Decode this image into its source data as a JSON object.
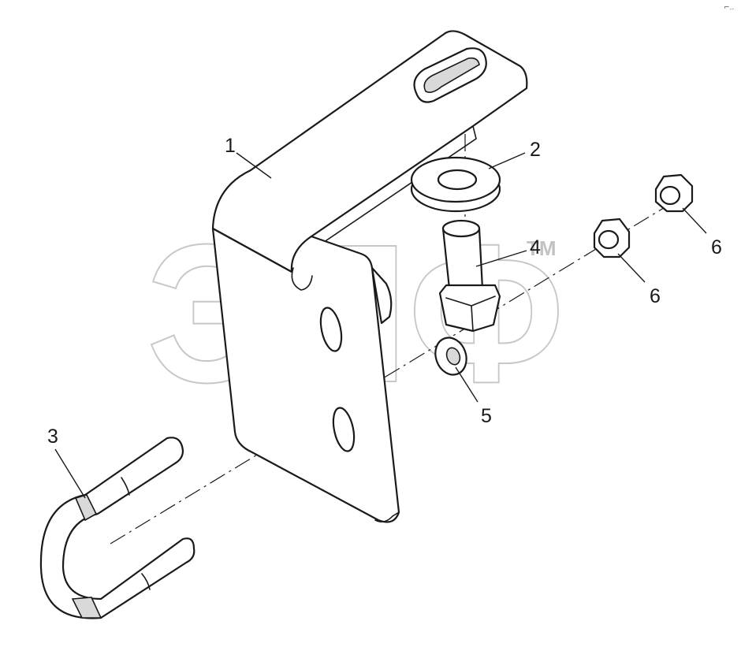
{
  "callouts": {
    "c1": "1",
    "c2": "2",
    "c3": "3",
    "c4": "4",
    "c5": "5",
    "c6a": "6",
    "c6b": "6"
  },
  "watermark": {
    "text": "ЭПФ",
    "trademark": "TM"
  },
  "corner_mark": "⌐.."
}
